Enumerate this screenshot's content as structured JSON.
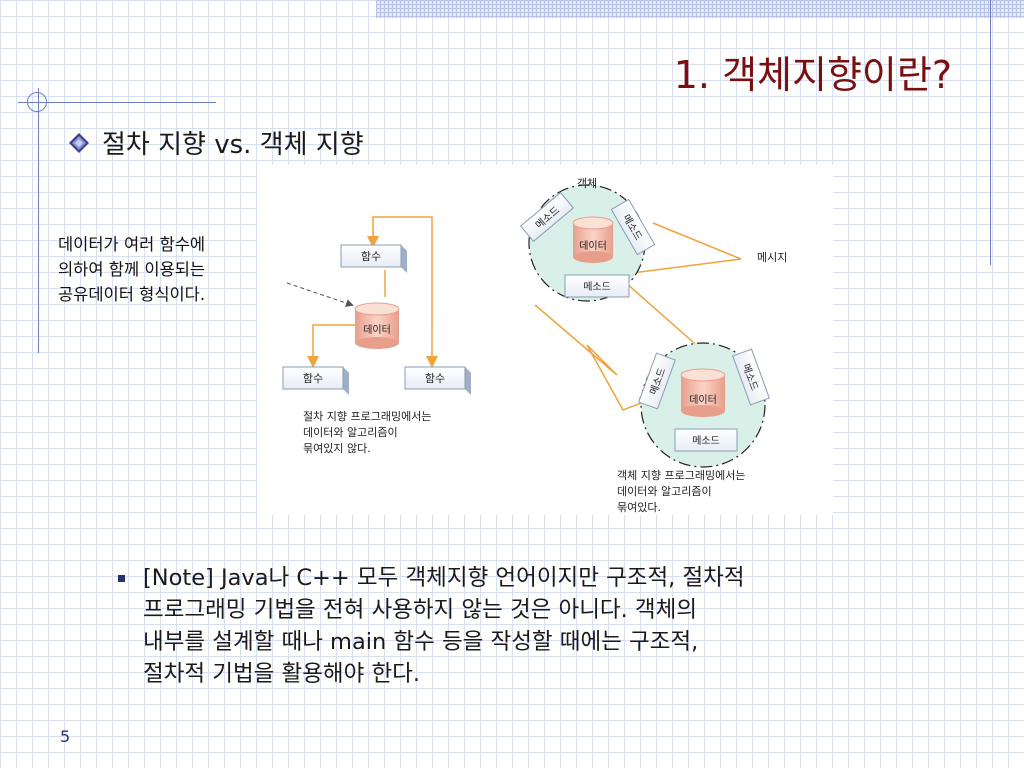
{
  "slide": {
    "title": "1. 객체지향이란?",
    "bullet_heading": "절차 지향 vs. 객체 지향",
    "page_number": "5"
  },
  "side_note": {
    "lines": [
      "데이터가 여러 함수에",
      "의하여 함께 이용되는",
      "공유데이터 형식이다."
    ]
  },
  "diagram": {
    "left": {
      "function_label": "함수",
      "data_label": "데이터",
      "caption_lines": [
        "절차 지향 프로그래밍에서는",
        "데이터와 알고리즘이",
        "묶여있지 않다."
      ]
    },
    "right": {
      "object_label": "객체",
      "method_label": "메소드",
      "data_label": "데이터",
      "message_label": "메시지",
      "caption_lines": [
        "객체 지향 프로그래밍에서는",
        "데이터와 알고리즘이",
        "묶여있다."
      ]
    }
  },
  "note": {
    "lines": [
      "[Note] Java나 C++ 모두 객체지향 언어이지만 구조적, 절차적",
      "프로그래밍 기법을 전혀 사용하지 않는 것은 아니다. 객체의",
      "내부를 설계할 때나 main 함수 등을 작성할 때에는 구조적,",
      "절차적 기법을 활용해야 한다."
    ]
  },
  "colors": {
    "title": "#7a0f0f",
    "accent_lines": "#6d7fc0",
    "arrow": "#f0a23c",
    "cylinder": "#f2b8a8",
    "object_fill": "#d9f0e8"
  }
}
